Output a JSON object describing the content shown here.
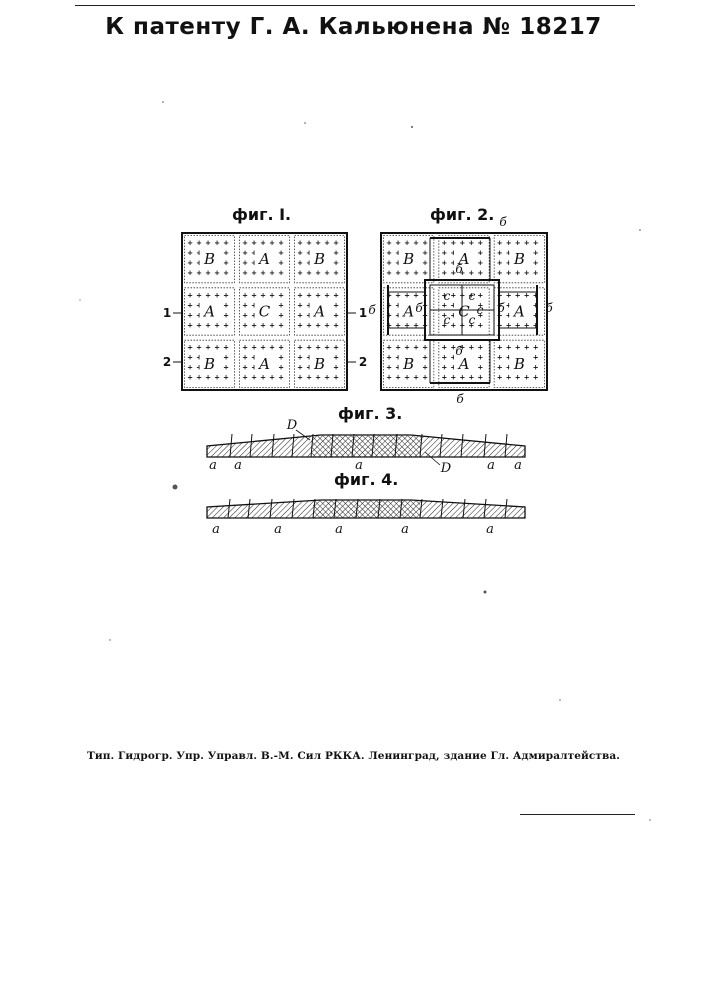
{
  "page": {
    "title": "К патенту Г. А. Кальюнена № 18217",
    "imprint": "Тип. Гидрогр. Упр. Управл. В.-М. Сил РККА. Ленинград, здание Гл. Адмиралтейства."
  },
  "figures": {
    "fig1": {
      "label": "фиг. I.",
      "grid": [
        [
          "B",
          "A",
          "B"
        ],
        [
          "A",
          "C",
          "A"
        ],
        [
          "B",
          "A",
          "B"
        ]
      ],
      "section_marks": [
        {
          "left": "1",
          "right": "1"
        },
        {
          "left": "2",
          "right": "2"
        }
      ]
    },
    "fig2": {
      "label": "фиг. 2.",
      "grid": [
        [
          "B",
          "A",
          "B"
        ],
        [
          "A",
          "C",
          "A"
        ],
        [
          "B",
          "A",
          "B"
        ]
      ],
      "inner_letter": "c",
      "clamp_letter": "б"
    },
    "fig3": {
      "label": "фиг. 3.",
      "letters": {
        "a": "a",
        "D": "D"
      }
    },
    "fig4": {
      "label": "фиг. 4.",
      "letters": {
        "a": "a"
      }
    }
  }
}
